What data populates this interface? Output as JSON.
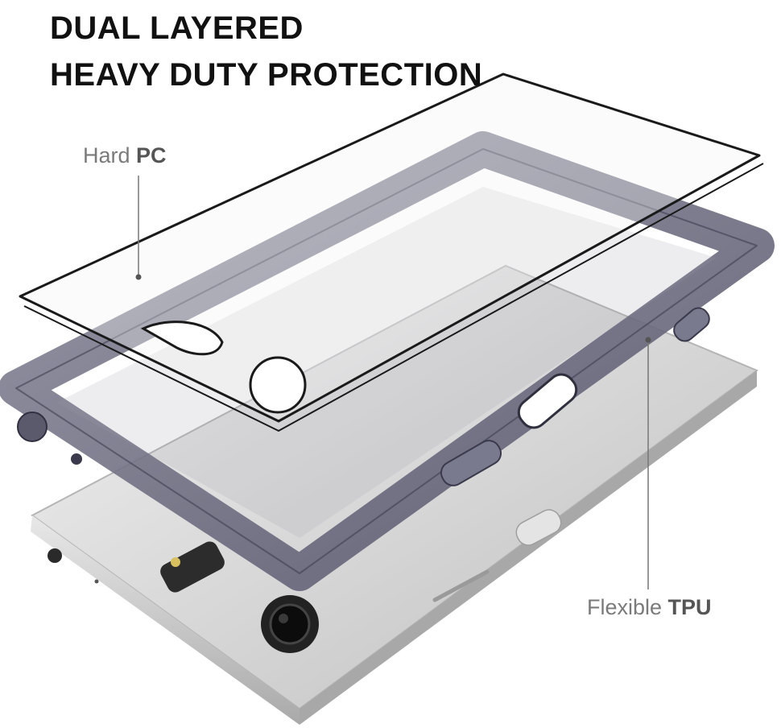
{
  "headline": {
    "line1": "DUAL LAYERED",
    "line2": "HEAVY DUTY PROTECTION"
  },
  "callouts": {
    "hard_pc": {
      "light": "Hard ",
      "strong": "PC"
    },
    "flexible_tpu": {
      "light": "Flexible ",
      "strong": "TPU"
    }
  },
  "colors": {
    "phone_body": "#dcdcdc",
    "bumper": "#6f6f80",
    "pc_back_stroke": "#1a1a1a",
    "callout_text": "#7a7a7a"
  }
}
